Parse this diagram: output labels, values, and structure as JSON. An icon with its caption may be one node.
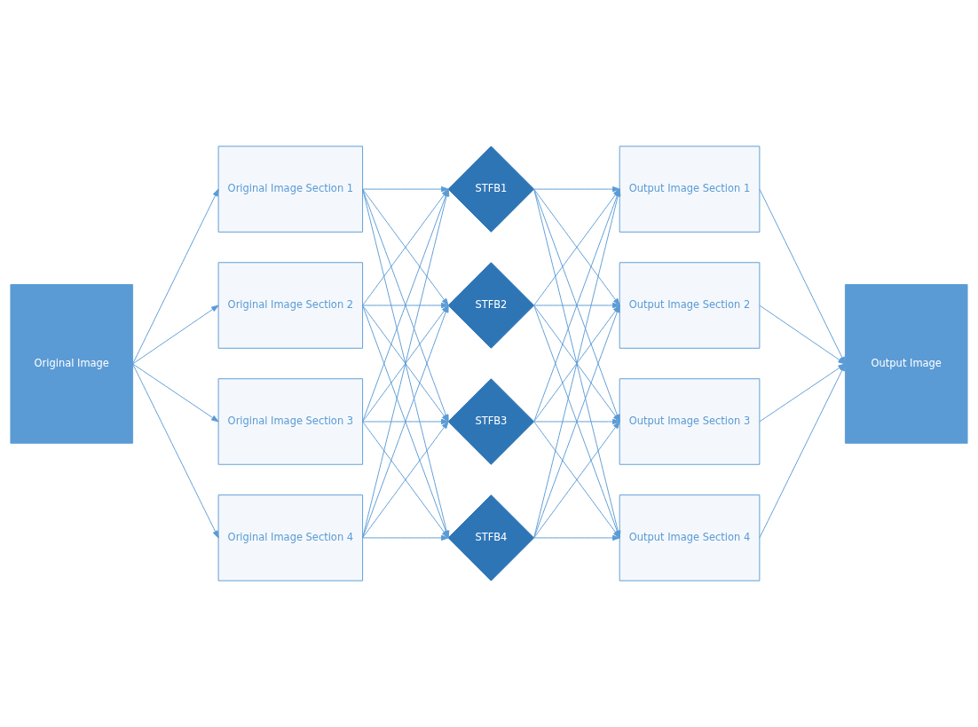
{
  "diagram": {
    "nodes": [
      {
        "text": [
          "Original Image"
        ]
      },
      {
        "text": [
          "Original Image Section 1"
        ]
      },
      {
        "text": [
          "Original Image Section 2"
        ]
      },
      {
        "text": [
          "Original Image Section 3"
        ]
      },
      {
        "text": [
          "Original Image Section 4"
        ]
      },
      {
        "text": [
          "STFB1"
        ]
      },
      {
        "text": [
          "STFB2"
        ]
      },
      {
        "text": [
          "STFB3"
        ]
      },
      {
        "text": [
          "STFB4"
        ]
      },
      {
        "text": [
          "Output Image Section 1"
        ]
      },
      {
        "text": [
          "Output Image Section 2"
        ]
      },
      {
        "text": [
          "Output Image Section 3"
        ]
      },
      {
        "text": [
          "Output Image Section 4"
        ]
      },
      {
        "text": [
          "Output Image"
        ]
      }
    ],
    "edges": [
      {
        "from": 0,
        "to": 1,
        "arrow": "to"
      },
      {
        "from": 0,
        "to": 2,
        "arrow": "to"
      },
      {
        "from": 0,
        "to": 3,
        "arrow": "to"
      },
      {
        "from": 0,
        "to": 4,
        "arrow": "to"
      },
      {
        "from": 1,
        "to": 5,
        "arrow": "to"
      },
      {
        "from": 1,
        "to": 6,
        "arrow": "to"
      },
      {
        "from": 1,
        "to": 7,
        "arrow": "to"
      },
      {
        "from": 1,
        "to": 8,
        "arrow": "to"
      },
      {
        "from": 2,
        "to": 5,
        "arrow": "to"
      },
      {
        "from": 2,
        "to": 6,
        "arrow": "to"
      },
      {
        "from": 2,
        "to": 7,
        "arrow": "to"
      },
      {
        "from": 2,
        "to": 8,
        "arrow": "to"
      },
      {
        "from": 3,
        "to": 5,
        "arrow": "to"
      },
      {
        "from": 3,
        "to": 6,
        "arrow": "to"
      },
      {
        "from": 3,
        "to": 7,
        "arrow": "to"
      },
      {
        "from": 3,
        "to": 8,
        "arrow": "to"
      },
      {
        "from": 4,
        "to": 5,
        "arrow": "to"
      },
      {
        "from": 4,
        "to": 6,
        "arrow": "to"
      },
      {
        "from": 4,
        "to": 7,
        "arrow": "to"
      },
      {
        "from": 4,
        "to": 8,
        "arrow": "to"
      },
      {
        "from": 5,
        "to": 9,
        "arrow": "to"
      },
      {
        "from": 5,
        "to": 10,
        "arrow": "to"
      },
      {
        "from": 5,
        "to": 11,
        "arrow": "to"
      },
      {
        "from": 5,
        "to": 12,
        "arrow": "to"
      },
      {
        "from": 6,
        "to": 9,
        "arrow": "to"
      },
      {
        "from": 6,
        "to": 10,
        "arrow": "to"
      },
      {
        "from": 6,
        "to": 11,
        "arrow": "to"
      },
      {
        "from": 6,
        "to": 12,
        "arrow": "to"
      },
      {
        "from": 7,
        "to": 9,
        "arrow": "to"
      },
      {
        "from": 7,
        "to": 10,
        "arrow": "to"
      },
      {
        "from": 7,
        "to": 11,
        "arrow": "to"
      },
      {
        "from": 7,
        "to": 12,
        "arrow": "to"
      },
      {
        "from": 8,
        "to": 9,
        "arrow": "to"
      },
      {
        "from": 8,
        "to": 10,
        "arrow": "to"
      },
      {
        "from": 8,
        "to": 11,
        "arrow": "to"
      },
      {
        "from": 8,
        "to": 12,
        "arrow": "to"
      },
      {
        "from": 9,
        "to": 13,
        "arrow": "to"
      },
      {
        "from": 10,
        "to": 13,
        "arrow": "to"
      },
      {
        "from": 11,
        "to": 13,
        "arrow": "to"
      },
      {
        "from": 12,
        "to": 13,
        "arrow": "to"
      }
    ]
  }
}
